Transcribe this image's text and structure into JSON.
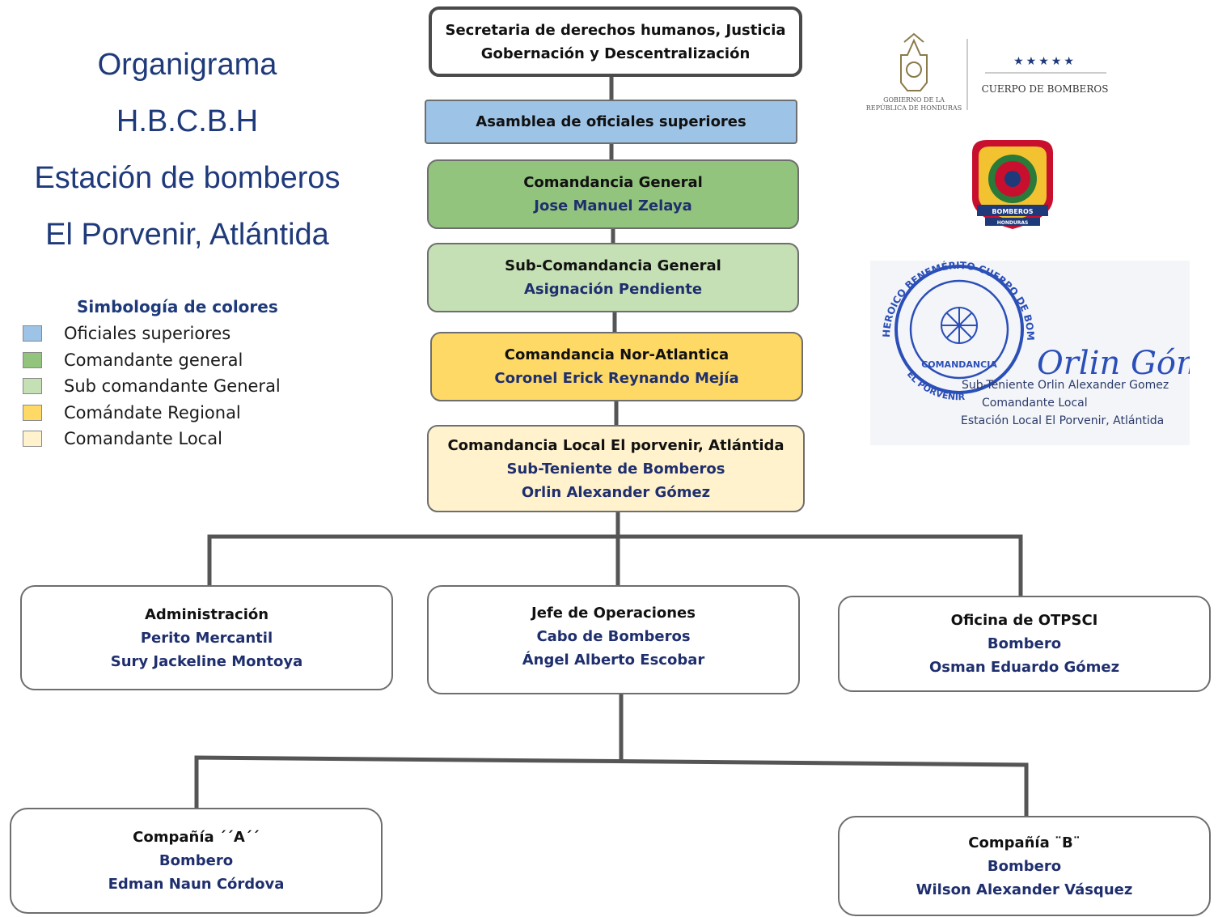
{
  "title": {
    "lines": [
      "Organigrama",
      "H.B.C.B.H",
      "Estación de bomberos",
      "El Porvenir, Atlántida"
    ]
  },
  "legend": {
    "title": "Simbología de colores",
    "items": [
      {
        "label": "Oficiales superiores",
        "color": "#9dc3e6"
      },
      {
        "label": "Comandante general",
        "color": "#93c47d"
      },
      {
        "label": "Sub comandante General",
        "color": "#c5e0b4"
      },
      {
        "label": "Comándate Regional",
        "color": "#ffd966"
      },
      {
        "label": "Comandante Local",
        "color": "#fff2cc"
      }
    ]
  },
  "nodes": {
    "secretaria": {
      "lines": [
        "Secretaria de derechos humanos, Justicia",
        "Gobernación y Descentralización"
      ],
      "color": "#ffffff"
    },
    "asamblea": {
      "role": "Asamblea de oficiales superiores",
      "color": "#9dc3e6"
    },
    "comandancia_general": {
      "role": "Comandancia General",
      "name": "Jose Manuel Zelaya",
      "color": "#93c47d"
    },
    "sub_comandancia": {
      "role": "Sub-Comandancia General",
      "name": "Asignación Pendiente",
      "color": "#c5e0b4"
    },
    "nor_atlantica": {
      "role": "Comandancia Nor-Atlantica",
      "name": "Coronel Erick Reynando Mejía",
      "color": "#ffd966"
    },
    "local": {
      "role": "Comandancia Local El porvenir, Atlántida",
      "rank": "Sub-Teniente de Bomberos",
      "name": "Orlin Alexander Gómez",
      "color": "#fff2cc"
    },
    "administracion": {
      "role": "Administración",
      "rank": "Perito Mercantil",
      "name": "Sury Jackeline Montoya",
      "color": "#ffffff"
    },
    "operaciones": {
      "role": "Jefe de Operaciones",
      "rank": "Cabo de Bomberos",
      "name": "Ángel Alberto Escobar",
      "color": "#ffffff"
    },
    "otpsci": {
      "role": "Oficina de OTPSCI",
      "rank": "Bombero",
      "name": "Osman Eduardo Gómez",
      "color": "#ffffff"
    },
    "compania_a": {
      "role": "Compañía ´´A´´",
      "rank": "Bombero",
      "name": "Edman Naun Córdova",
      "color": "#ffffff"
    },
    "compania_b": {
      "role": "Compañía ¨B¨",
      "rank": "Bombero",
      "name": "Wilson Alexander Vásquez",
      "color": "#ffffff"
    }
  },
  "logos": {
    "gov_text_1": "GOBIERNO DE LA",
    "gov_text_2": "REPÚBLICA DE HONDURAS",
    "stars": "★★★★★",
    "cuerpo": "CUERPO DE BOMBEROS",
    "badge_text_1": "BOMBEROS",
    "badge_text_2": "HONDURAS"
  },
  "stamp": {
    "ring_text": "HEROICO BENEMÉRITO CUERPO DE BOMBEROS",
    "ring_text_bottom": "EL PORVENIR",
    "center_text": "COMANDANCIA",
    "signature": "Orlin Gómez",
    "sig_line1": "Sub-Teniente Orlin Alexander Gomez",
    "sig_line2": "Comandante Local",
    "sig_line3": "Estación Local El Porvenir, Atlántida"
  }
}
